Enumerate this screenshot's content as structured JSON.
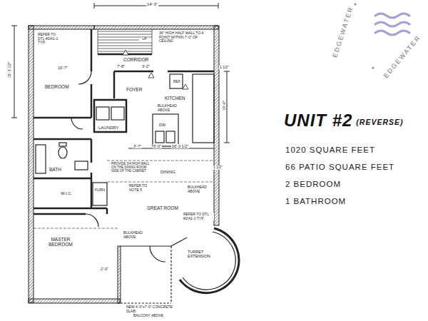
{
  "diagram": {
    "title": "UNIT #2",
    "labels": [
      "14'-3\"",
      "REFER TO DTL #2/A1-1 TYP.",
      "CORRIDOR",
      "36\" HIGH HALF WALL TO A POINT WITHIN 7'-0\" OF CEILING",
      "10'-7\"",
      "BEDROOM",
      "7'-8\"",
      "3'-2\"",
      "FOYER",
      "REF.",
      "KITCHEN",
      "BULKHEAD ABOVE",
      "LAUNDRY",
      "DW",
      "BATH",
      "W.I.C.",
      "FURN",
      "PROVIDE 3/4 HIGH WALL ON THE DINING ROOM SIDE OF THE CABINET",
      "DINING",
      "REFER TO NOTE 5",
      "BULKHEAD ABOVE",
      "GREAT ROOM",
      "REFER TO DTL #2/A1-1 TYP.",
      "MASTER BEDROOM",
      "BULKHEAD ABOVE",
      "TURRET EXTENSION",
      "NEW 4'-0\"x7'-0\" CONCRETE SLAB",
      "BALCONY ABOVE",
      "15'-3 1/2\"",
      "10'-0\"",
      "1 1/2\"",
      "16'-3 1/2\"",
      "5'-0\"",
      "3'-7\"",
      "2'-0\"",
      "(REVERSE)",
      "1020 SQUARE FEET",
      "66 PATIO SQUARE FEET",
      "2 BEDROOM",
      "1 BATHROOM",
      "EDGEWATER",
      "EDGEWATER",
      "UP",
      "1 1/2\""
    ]
  }
}
